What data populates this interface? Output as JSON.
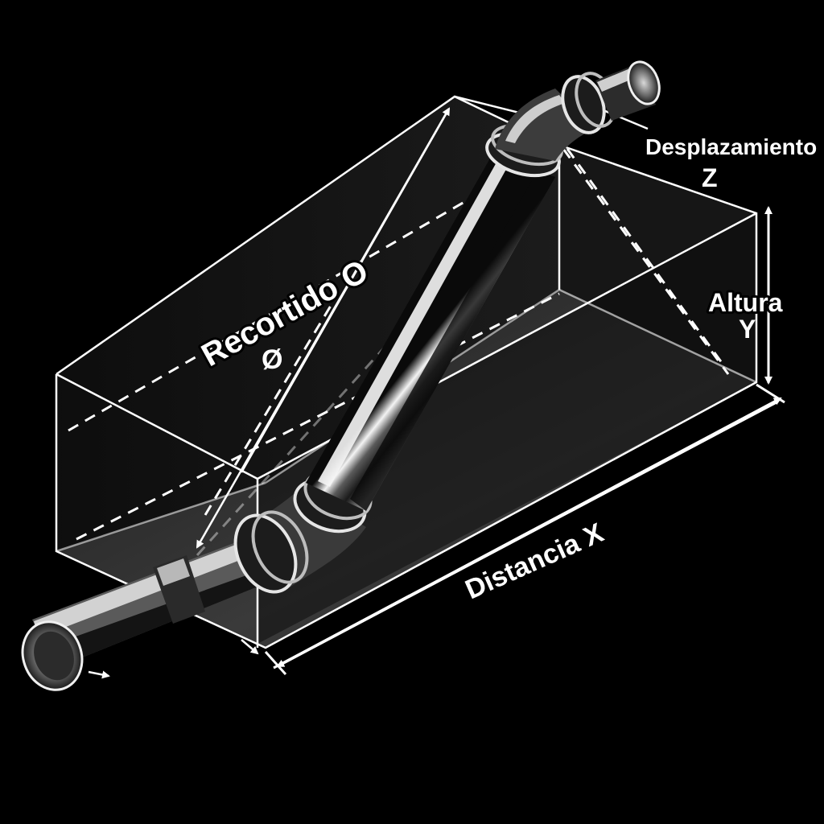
{
  "labels": {
    "recorrido": "Recortido O",
    "diameter_symbol": "Ø",
    "desplazamiento": "Desplazamiento",
    "z_axis": "Z",
    "altura": "Altura",
    "y_axis": "Y",
    "distancia": "Distancia X"
  },
  "colors": {
    "background": "#000000",
    "box_line": "#ffffff",
    "box_floor": "#2e2e2e",
    "box_wall": "#121212",
    "pipe_highlight": "#f2f2f2",
    "pipe_shadow": "#0b0b0b"
  }
}
